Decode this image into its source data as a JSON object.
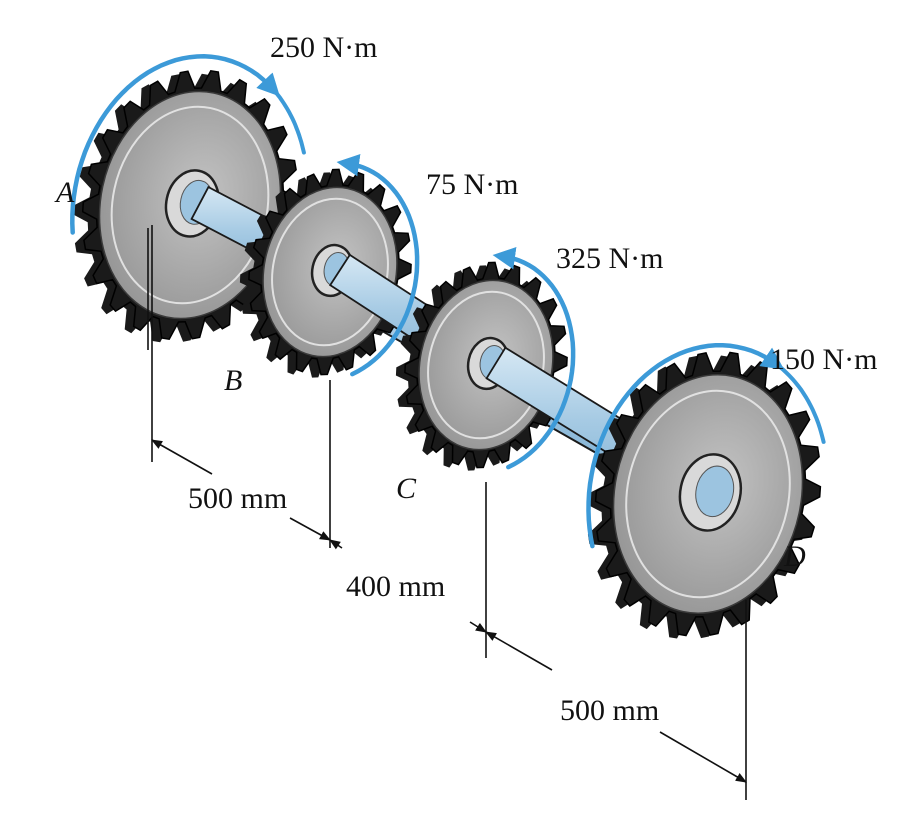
{
  "colors": {
    "arrow": "#3c9ad8",
    "gear_face": "#a9a9a9",
    "gear_teeth": "#1a1a1a",
    "gear_rim_light": "#e8e8e8",
    "shaft": "#9cc4e0",
    "shaft_highlight": "#cfe4f2",
    "shaft_edge": "#1a1a1a",
    "text": "#111111"
  },
  "diagram": {
    "torques": [
      {
        "point": "A",
        "label": "250 N·m"
      },
      {
        "point": "B",
        "label": "75 N·m"
      },
      {
        "point": "C",
        "label": "325 N·m"
      },
      {
        "point": "D",
        "label": "150 N·m"
      }
    ],
    "points": [
      {
        "name": "A"
      },
      {
        "name": "B"
      },
      {
        "name": "C"
      },
      {
        "name": "D"
      }
    ],
    "dimensions": [
      {
        "segment": "A-B",
        "label": "500 mm"
      },
      {
        "segment": "B-C",
        "label": "400 mm"
      },
      {
        "segment": "C-D",
        "label": "500 mm"
      }
    ]
  }
}
